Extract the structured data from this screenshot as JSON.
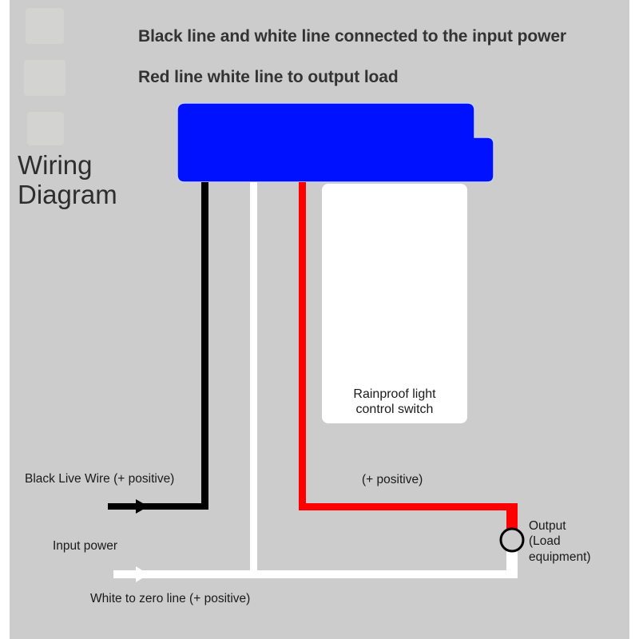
{
  "header": {
    "line1": "Black line and white line connected to the input power",
    "line2": "Red line white line to output load"
  },
  "title": {
    "line1": "Wiring",
    "line2": "Diagram"
  },
  "device": {
    "name": "sensor-housing",
    "color": "#0011ff"
  },
  "switch_panel": {
    "line1": "Rainproof light",
    "line2": "control switch"
  },
  "labels": {
    "black_live": "Black Live Wire (+ positive)",
    "input_power": "Input power",
    "white_zero": "White to zero line (+ positive)",
    "red_positive": "(+ positive)",
    "output_line1": "Output",
    "output_line2": "(Load",
    "output_line3": "equipment)"
  },
  "wires": [
    {
      "name": "black-live-wire",
      "color": "#000000",
      "role": "input live"
    },
    {
      "name": "white-neutral-wire",
      "color": "#ffffff",
      "role": "input neutral / load return"
    },
    {
      "name": "red-output-wire",
      "color": "#ff0000",
      "role": "output to load"
    }
  ],
  "load": {
    "symbol": "circle",
    "stroke": "#000000"
  }
}
